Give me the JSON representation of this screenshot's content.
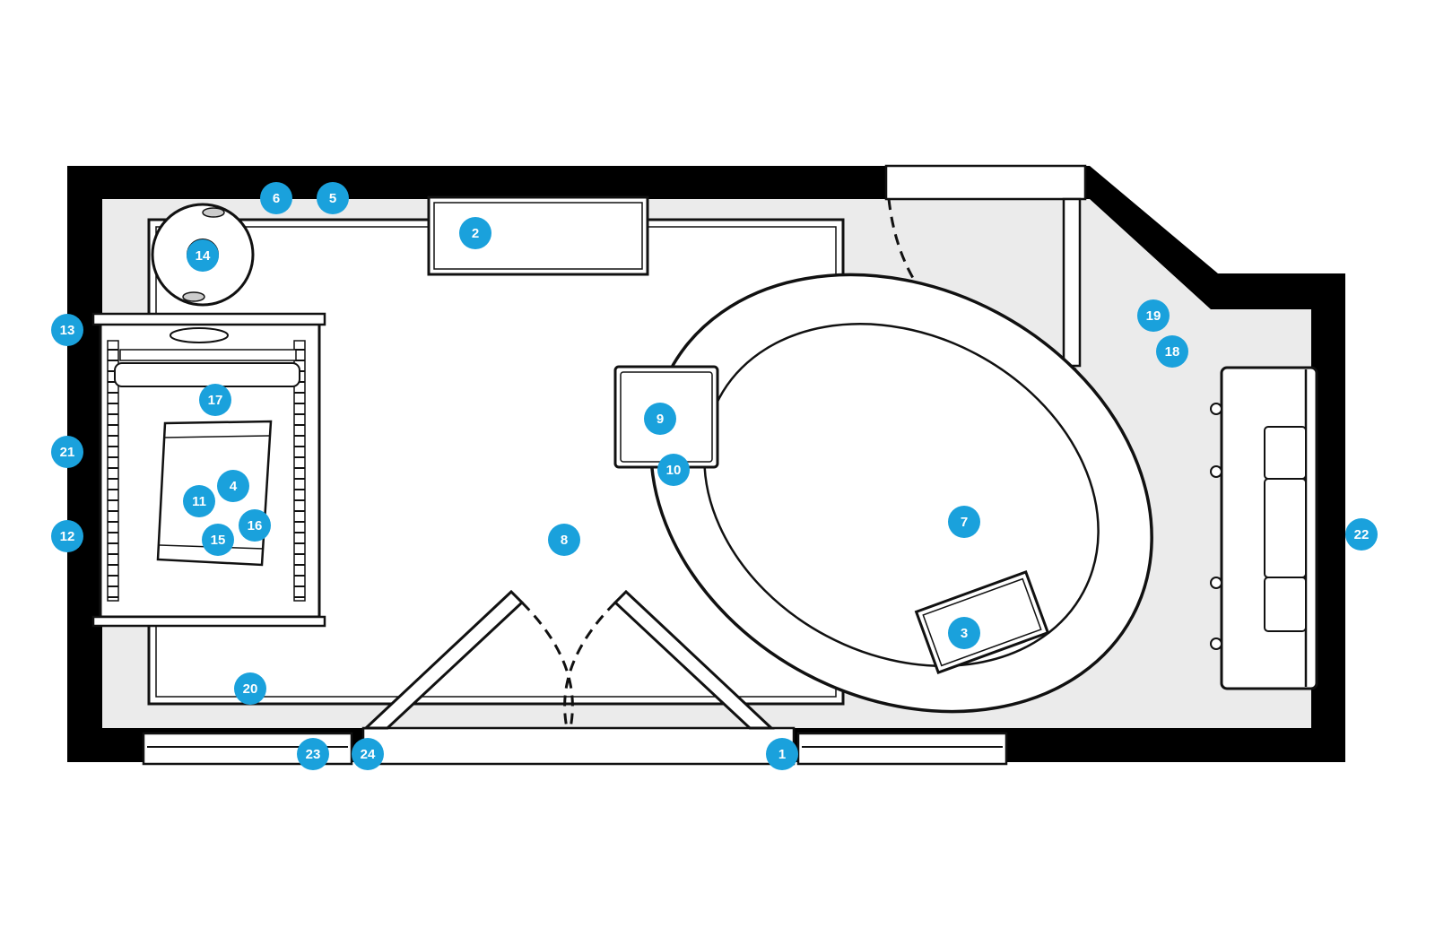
{
  "colors": {
    "wall": "#000000",
    "floor": "#ebebeb",
    "furniture": "#ffffff",
    "outline": "#111111",
    "marker": "#1aa1dc",
    "marker_text": "#ffffff"
  },
  "markers": [
    {
      "id": "m1",
      "label": "1"
    },
    {
      "id": "m2",
      "label": "2"
    },
    {
      "id": "m3",
      "label": "3"
    },
    {
      "id": "m4",
      "label": "4"
    },
    {
      "id": "m5",
      "label": "5"
    },
    {
      "id": "m6",
      "label": "6"
    },
    {
      "id": "m7",
      "label": "7"
    },
    {
      "id": "m8",
      "label": "8"
    },
    {
      "id": "m9",
      "label": "9"
    },
    {
      "id": "m10",
      "label": "10"
    },
    {
      "id": "m11",
      "label": "11"
    },
    {
      "id": "m12",
      "label": "12"
    },
    {
      "id": "m13",
      "label": "13"
    },
    {
      "id": "m14",
      "label": "14"
    },
    {
      "id": "m15",
      "label": "15"
    },
    {
      "id": "m16",
      "label": "16"
    },
    {
      "id": "m17",
      "label": "17"
    },
    {
      "id": "m18",
      "label": "18"
    },
    {
      "id": "m19",
      "label": "19"
    },
    {
      "id": "m20",
      "label": "20"
    },
    {
      "id": "m21",
      "label": "21"
    },
    {
      "id": "m22",
      "label": "22"
    },
    {
      "id": "m23",
      "label": "23"
    },
    {
      "id": "m24",
      "label": "24"
    }
  ]
}
